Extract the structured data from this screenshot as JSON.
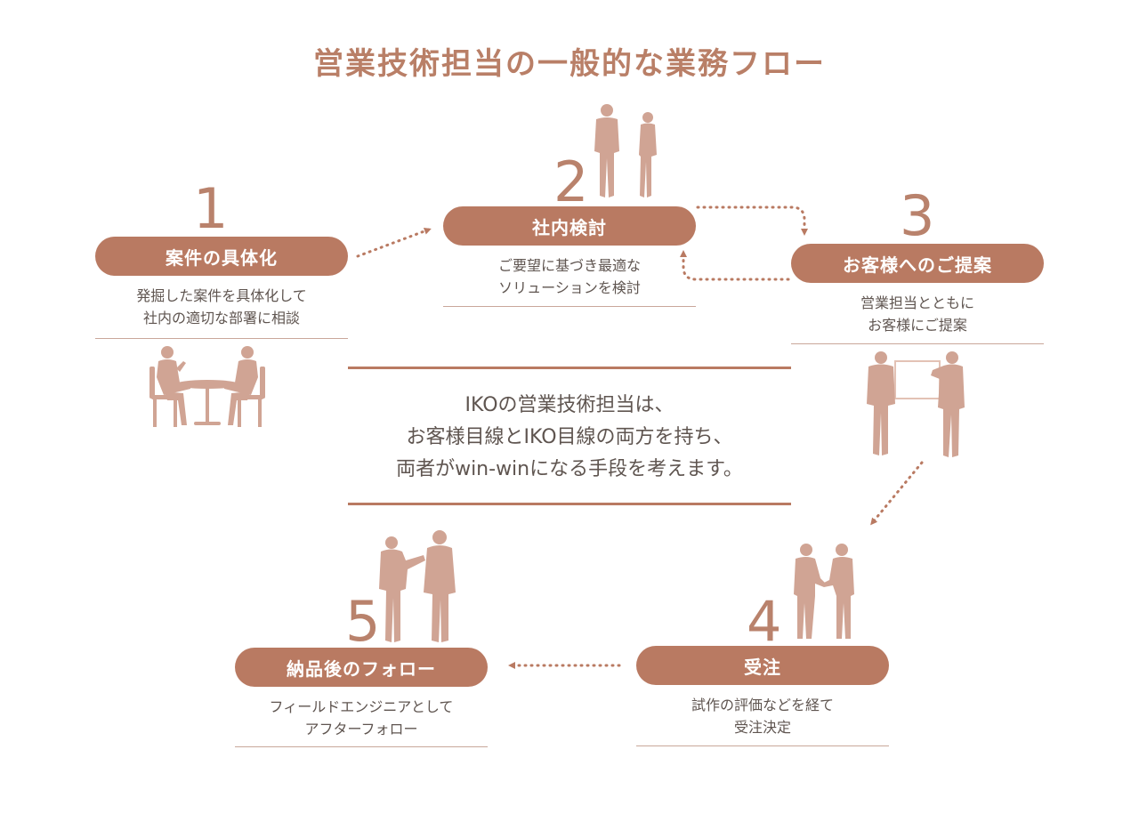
{
  "title": "営業技術担当の一般的な業務フロー",
  "colors": {
    "accent": "#b97a62",
    "figure": "#d0a494",
    "number": "#b9826c",
    "text": "#5f5550"
  },
  "steps": [
    {
      "number": "1",
      "label": "案件の具体化",
      "desc_line1": "発掘した案件を具体化して",
      "desc_line2": "社内の適切な部署に相談",
      "icon": "meeting-table-illustration"
    },
    {
      "number": "2",
      "label": "社内検討",
      "desc_line1": "ご要望に基づき最適な",
      "desc_line2": "ソリューションを検討",
      "icon": "two-colleagues-illustration"
    },
    {
      "number": "3",
      "label": "お客様へのご提案",
      "desc_line1": "営業担当とともに",
      "desc_line2": "お客様にご提案",
      "icon": "presentation-illustration"
    },
    {
      "number": "4",
      "label": "受注",
      "desc_line1": "試作の評価などを経て",
      "desc_line2": "受注決定",
      "icon": "handshake-illustration"
    },
    {
      "number": "5",
      "label": "納品後のフォロー",
      "desc_line1": "フィールドエンジニアとして",
      "desc_line2": "アフターフォロー",
      "icon": "conversation-illustration"
    }
  ],
  "center": {
    "line1": "IKOの営業技術担当は、",
    "line2": "お客様目線とIKO目線の両方を持ち、",
    "line3": "両者がwin-winになる手段を考えます。"
  }
}
